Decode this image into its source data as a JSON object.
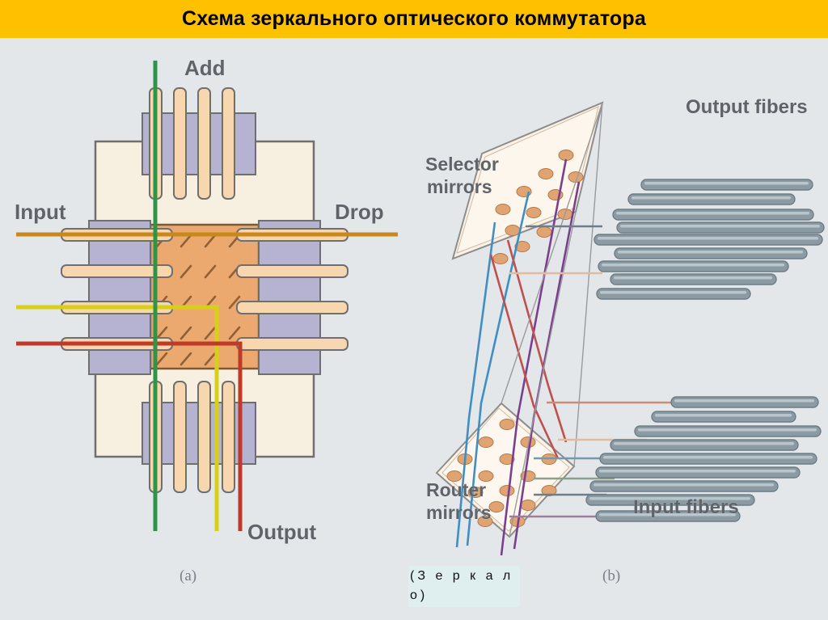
{
  "title": "Схема зеркального оптического коммутатора",
  "theme": {
    "banner_bg": "#ffc000",
    "banner_text": "#000000",
    "page_bg": "#e3e7ea",
    "frame_fill": "#f7f0e0",
    "frame_stroke": "#6b6b6b",
    "matrix_fill": "#eba970",
    "matrix_stroke": "#7a5a38",
    "finger_purple": "#b6b3d2",
    "finger_peach": "#f8d7b0",
    "fiber_body": "#8b9aa3",
    "beam_orange": "#c8891c",
    "beam_yellow": "#d8d018",
    "beam_red": "#c03a28",
    "beam_green": "#2e9447",
    "ray_blue": "#3f8fc4",
    "ray_purple": "#7b3f8f",
    "ray_red": "#c0504d",
    "ray_peach": "#e6b99a",
    "mirror_dot": "#e0a472",
    "note_bg": "#dfeeee"
  },
  "figure_a": {
    "caption": "(a)",
    "labels": {
      "add": "Add",
      "input": "Input",
      "drop": "Drop",
      "output": "Output"
    },
    "beams": [
      {
        "name": "input-orange-beam",
        "color": "#c8891c"
      },
      {
        "name": "input-yellow-beam",
        "color": "#d8d018"
      },
      {
        "name": "input-red-beam",
        "color": "#c03a28"
      },
      {
        "name": "add-green-beam",
        "color": "#2e9447"
      }
    ],
    "matrix_mirror_rows": 5,
    "matrix_mirror_cols": 4
  },
  "figure_b": {
    "caption": "(b)",
    "labels": {
      "selector_mirrors_line1": "Selector",
      "selector_mirrors_line2": "mirrors",
      "router_mirrors_line1": "Router",
      "router_mirrors_line2": "mirrors",
      "output_fibers": "Output fibers",
      "input_fibers": "Input fibers"
    },
    "annotation": "(З е р к а л о)",
    "output_fiber_count": 9,
    "input_fiber_count": 9,
    "selector_mirror_dots": 12,
    "router_mirror_dots": 16
  }
}
